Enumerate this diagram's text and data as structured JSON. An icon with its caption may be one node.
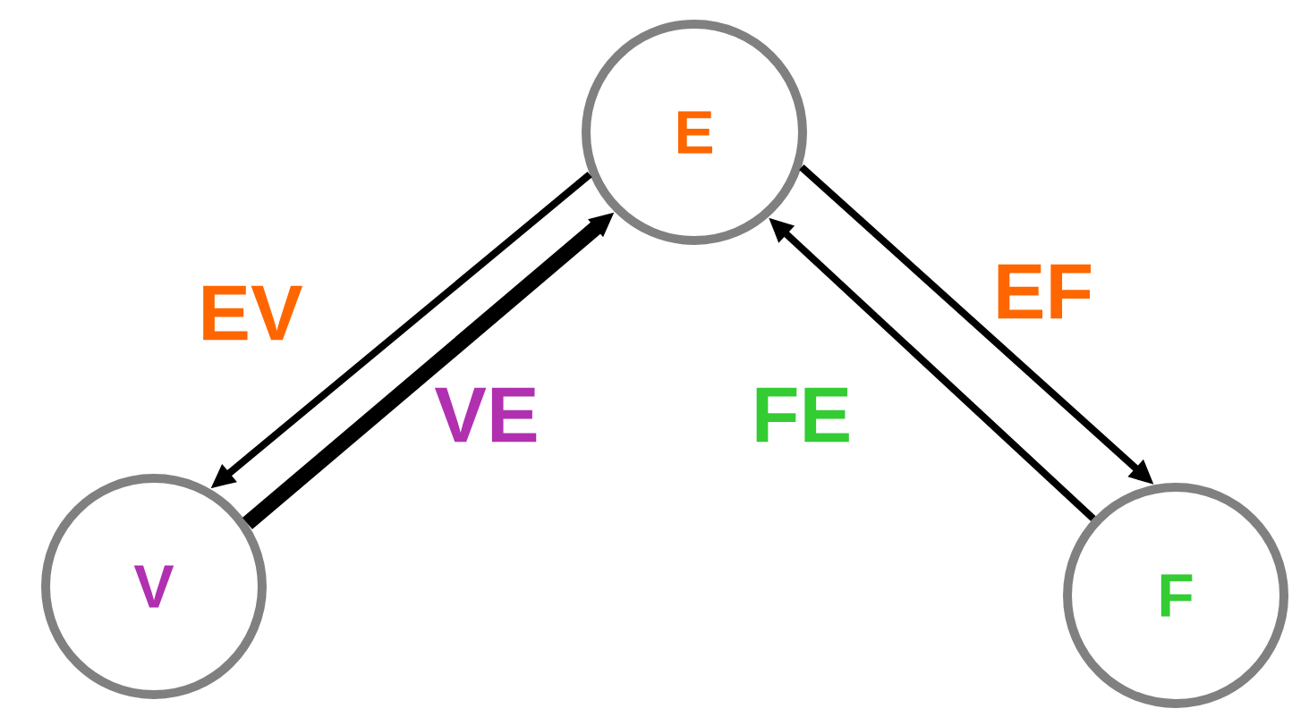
{
  "diagram": {
    "nodes": [
      {
        "text": [
          "E"
        ]
      },
      {
        "text": [
          "V"
        ]
      },
      {
        "text": [
          "F"
        ]
      }
    ],
    "edges": [
      {
        "from": 0,
        "to": 1,
        "arrow": "to",
        "label": "EV"
      },
      {
        "from": 1,
        "to": 0,
        "arrow": "to",
        "label": "VE",
        "style": "thick"
      },
      {
        "from": 0,
        "to": 2,
        "arrow": "to",
        "label": "EF"
      },
      {
        "from": 2,
        "to": 0,
        "arrow": "to",
        "label": "FE"
      }
    ]
  }
}
